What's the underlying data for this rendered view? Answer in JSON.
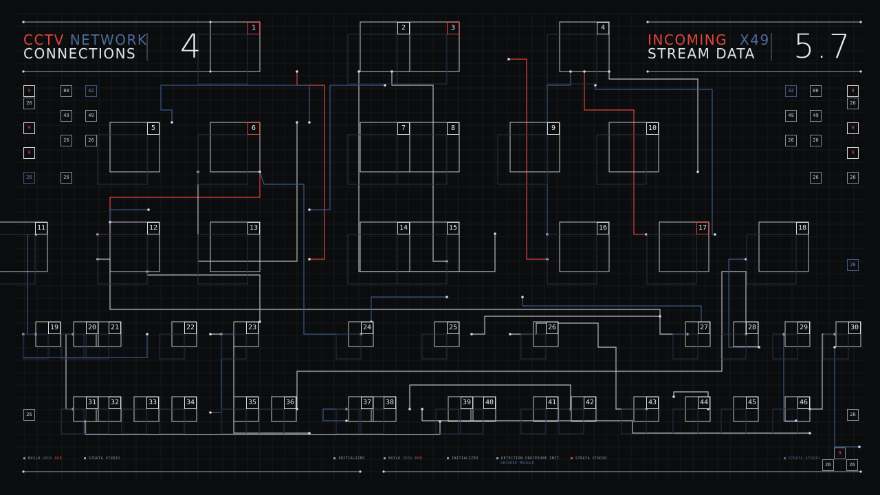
{
  "header_left": {
    "title_red": "CCTV",
    "title_blue": "NETWORK",
    "subtitle": "CONNECTIONS",
    "count": "4"
  },
  "header_right": {
    "title_red": "INCOMING",
    "title_blue": "X49",
    "subtitle": "STREAM DATA",
    "value": "5.7"
  },
  "nodes": [
    {
      "id": "1",
      "label": "1",
      "accent": "red"
    },
    {
      "id": "2",
      "label": "2"
    },
    {
      "id": "3",
      "label": "3",
      "accent": "red"
    },
    {
      "id": "4",
      "label": "4"
    },
    {
      "id": "5",
      "label": "5"
    },
    {
      "id": "6",
      "label": "6",
      "accent": "red"
    },
    {
      "id": "7",
      "label": "7"
    },
    {
      "id": "8",
      "label": "8"
    },
    {
      "id": "9",
      "label": "9"
    },
    {
      "id": "10",
      "label": "10"
    },
    {
      "id": "11",
      "label": "11"
    },
    {
      "id": "12",
      "label": "12"
    },
    {
      "id": "13",
      "label": "13"
    },
    {
      "id": "14",
      "label": "14"
    },
    {
      "id": "15",
      "label": "15"
    },
    {
      "id": "16",
      "label": "16"
    },
    {
      "id": "17",
      "label": "17",
      "accent": "red"
    },
    {
      "id": "18",
      "label": "18"
    },
    {
      "id": "19",
      "label": "19"
    },
    {
      "id": "20",
      "label": "20"
    },
    {
      "id": "21",
      "label": "21"
    },
    {
      "id": "22",
      "label": "22"
    },
    {
      "id": "23",
      "label": "23"
    },
    {
      "id": "24",
      "label": "24"
    },
    {
      "id": "25",
      "label": "25"
    },
    {
      "id": "26",
      "label": "26"
    },
    {
      "id": "27",
      "label": "27"
    },
    {
      "id": "28",
      "label": "28"
    },
    {
      "id": "29",
      "label": "29"
    },
    {
      "id": "30",
      "label": "30"
    },
    {
      "id": "31",
      "label": "31"
    },
    {
      "id": "32",
      "label": "32"
    },
    {
      "id": "33",
      "label": "33"
    },
    {
      "id": "34",
      "label": "34"
    },
    {
      "id": "35",
      "label": "35"
    },
    {
      "id": "36",
      "label": "36"
    },
    {
      "id": "37",
      "label": "37"
    },
    {
      "id": "38",
      "label": "38"
    },
    {
      "id": "39",
      "label": "39"
    },
    {
      "id": "40",
      "label": "40"
    },
    {
      "id": "41",
      "label": "41"
    },
    {
      "id": "42",
      "label": "42"
    },
    {
      "id": "43",
      "label": "43"
    },
    {
      "id": "44",
      "label": "44"
    },
    {
      "id": "45",
      "label": "45"
    },
    {
      "id": "46",
      "label": "46"
    }
  ],
  "left_panel": {
    "cells": [
      "9",
      "26",
      "9",
      "9",
      "26",
      "80",
      "49",
      "42",
      "49",
      "26",
      "26",
      "26"
    ]
  },
  "right_panel": {
    "cells": [
      "42",
      "80",
      "9",
      "26",
      "49",
      "49",
      "9",
      "26",
      "26",
      "9",
      "26",
      "26",
      "26",
      "26"
    ]
  },
  "footer": {
    "build_label": "BUILD",
    "build_version": "VERS",
    "build_code": "808",
    "studio": "STRATA STUDIO",
    "initialized": "INITIALIZED",
    "detection": "DETECTION PROCEDURE INIT.",
    "detection_sub": "SECURED MODULE",
    "bottom_cells": [
      "9",
      "26",
      "26"
    ]
  },
  "colors": {
    "accent_red": "#e0463c",
    "accent_blue": "#4c6d99",
    "line_white": "#c8cacd",
    "background": "#0b0c0e"
  }
}
